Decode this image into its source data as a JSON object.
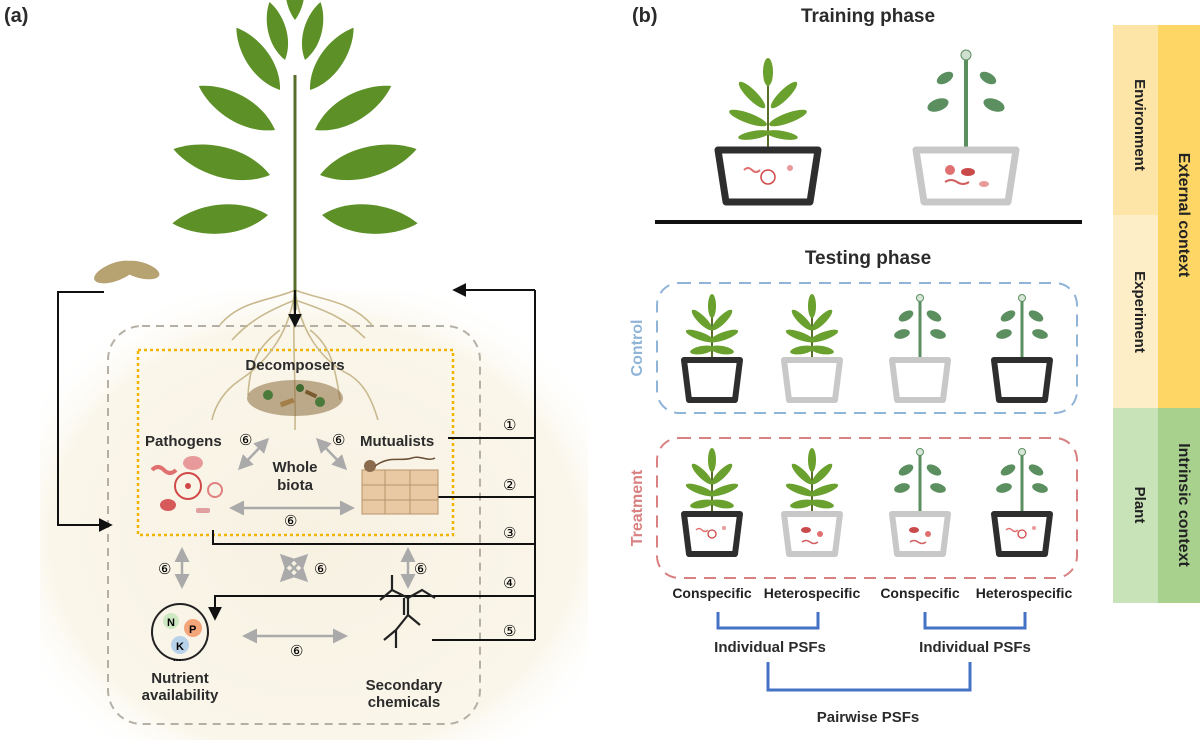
{
  "panel_a": {
    "tag": "(a)",
    "decomposers": "Decomposers",
    "pathogens": "Pathogens",
    "mutualists": "Mutualists",
    "whole_biota_1": "Whole",
    "whole_biota_2": "biota",
    "nutrient_1": "Nutrient",
    "nutrient_2": "availability",
    "secondary_1": "Secondary",
    "secondary_2": "chemicals",
    "nutrients": {
      "n": "N",
      "p": "P",
      "k": "K",
      "more": "..."
    },
    "pathway_numbers": [
      "①",
      "②",
      "③",
      "④",
      "⑤"
    ],
    "interaction_marker": "⑥"
  },
  "panel_b": {
    "tag": "(b)",
    "training_title": "Training phase",
    "testing_title": "Testing phase",
    "control_label": "Control",
    "treatment_label": "Treatment",
    "columns": [
      "Conspecific",
      "Heterospecific",
      "Conspecific",
      "Heterospecific"
    ],
    "individual_psf": "Individual PSFs",
    "pairwise_psf": "Pairwise PSFs"
  },
  "context": {
    "environment": "Environment",
    "experiment": "Experiment",
    "plant": "Plant",
    "external": "External context",
    "intrinsic": "Intrinsic context"
  },
  "colors": {
    "control": "#8fb4d8",
    "treatment": "#d98080",
    "bracket": "#4472c4",
    "pot_dark": "#2e2e2e",
    "pot_light": "#c8c8c8",
    "leaf": "#6aa02e",
    "forb": "#5c8f60"
  }
}
